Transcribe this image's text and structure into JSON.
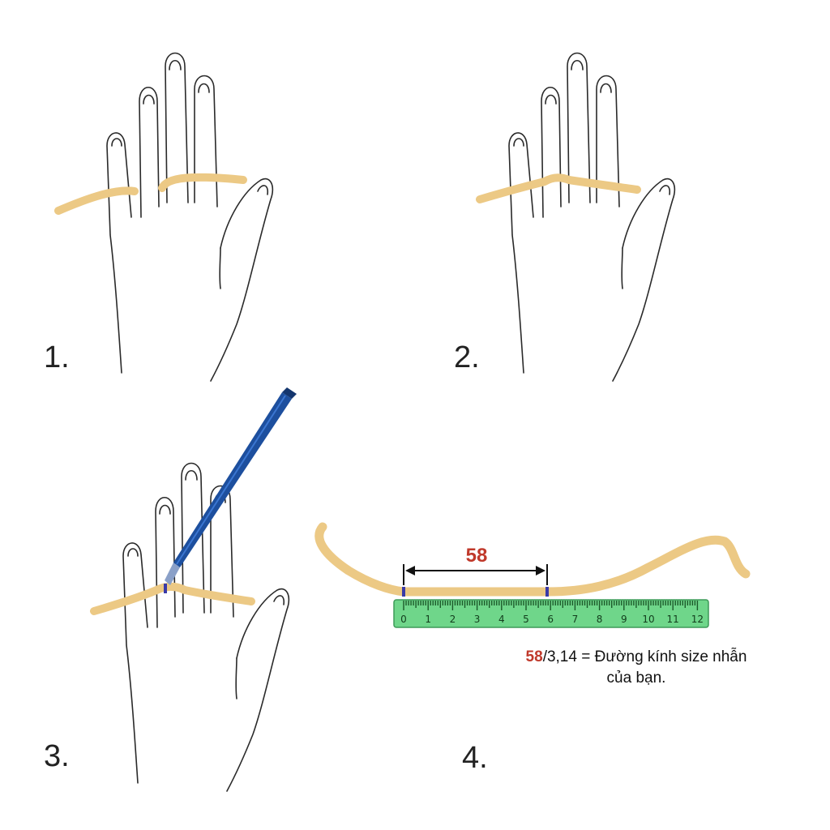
{
  "steps": [
    {
      "label": "1."
    },
    {
      "label": "2."
    },
    {
      "label": "3."
    },
    {
      "label": "4."
    }
  ],
  "measurement": "58",
  "formula": {
    "value": "58",
    "text_line1": "/3,14 = Đường kính size nhẫn",
    "text_line2": "của bạn."
  },
  "ruler": {
    "labels": [
      "0",
      "1",
      "2",
      "3",
      "4",
      "5",
      "6",
      "7",
      "8",
      "9",
      "10",
      "11",
      "12"
    ]
  },
  "colors": {
    "strip": "#ecc985",
    "strip_edge": "#d7ad5e",
    "pen": "#1d4f9e",
    "ruler": "#6fd68a",
    "highlight": "#c0392b"
  }
}
